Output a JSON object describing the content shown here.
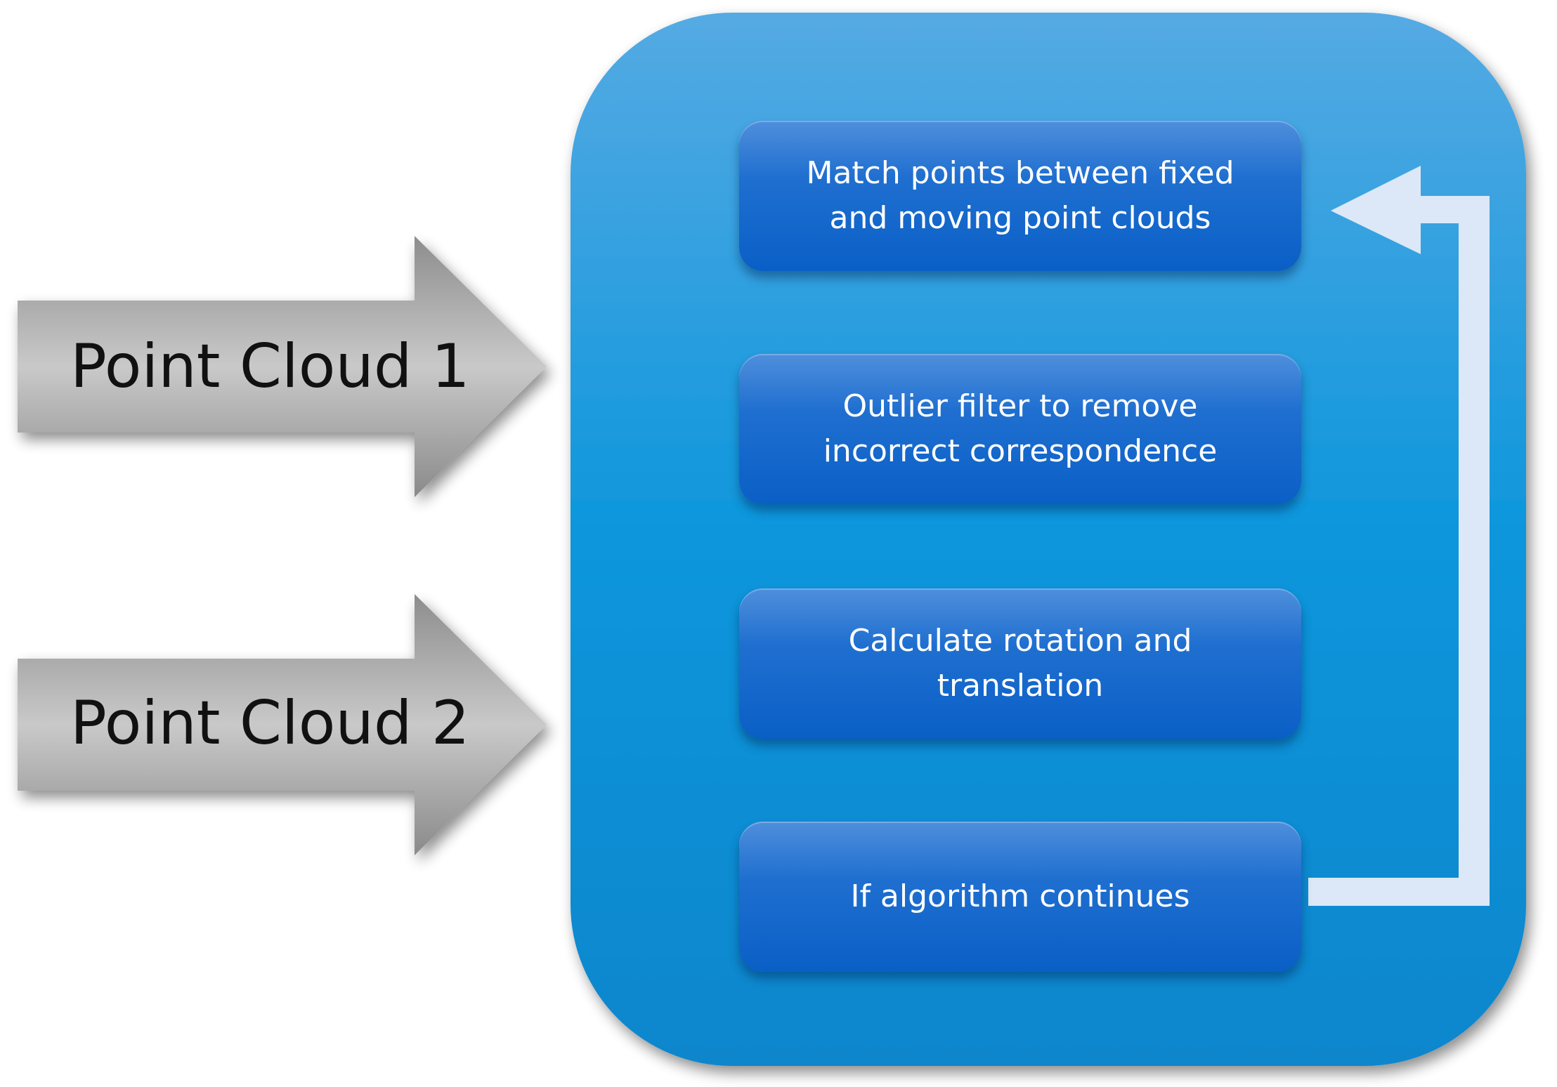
{
  "inputs": [
    {
      "label": "Point Cloud 1"
    },
    {
      "label": "Point Cloud 2"
    }
  ],
  "steps": [
    {
      "text": "Match points between fixed\nand moving point clouds"
    },
    {
      "text": "Outlier filter to remove\nincorrect correspondence"
    },
    {
      "text": "Calculate rotation and\ntranslation"
    },
    {
      "text": "If algorithm continues"
    }
  ],
  "colors": {
    "container_top": "#52a8e2",
    "container_bottom": "#0a86cc",
    "step_box": "#0a5fc6",
    "input_arrow": "#9c9c9c",
    "loop_arrow": "#dce8f7"
  }
}
